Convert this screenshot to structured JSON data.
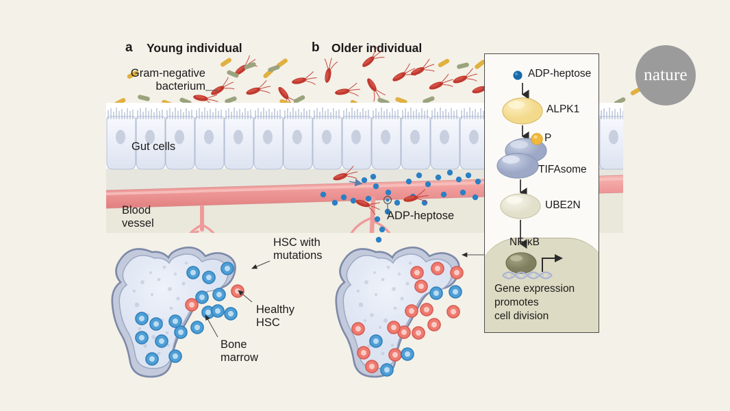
{
  "figure": {
    "background_color": "#f4f1e8",
    "panels": [
      {
        "tag": "a",
        "title": "Young individual"
      },
      {
        "tag": "b",
        "title": "Older individual"
      }
    ]
  },
  "labels": {
    "gram_negative": "Gram-negative\nbacterium",
    "gut_cells": "Gut cells",
    "blood_vessel": "Blood\nvessel",
    "adp_heptose_vessel": "ADP-heptose",
    "hsc_with_mutations": "HSC with\nmutations",
    "healthy_hsc": "Healthy\nHSC",
    "bone_marrow": "Bone\nmarrow"
  },
  "pathway": {
    "title_none": "",
    "steps": [
      {
        "name": "ADP-heptose",
        "shape": "small-dot",
        "color": "#1769a8"
      },
      {
        "name": "ALPK1",
        "shape": "ellipse",
        "color": "#f7e3a1"
      },
      {
        "name": "P",
        "shape": "small-circle",
        "color": "#f0c23c"
      },
      {
        "name": "TIFAsome",
        "shape": "double-ellipse",
        "color": "#aeb8d2"
      },
      {
        "name": "UBE2N",
        "shape": "ellipse",
        "color": "#eceadb"
      },
      {
        "name": "NF-κB",
        "shape": "ellipse",
        "color": "#8d8c6b"
      }
    ],
    "outcome": "Gene expression\npromotes\ncell division",
    "nucleus_color": "#dedbc4"
  },
  "logo": {
    "text": "nature",
    "color": "#9b9b9b"
  },
  "legend_colors": {
    "healthy_hsc": "#4f9fd6",
    "mutated_hsc": "#ef7b70",
    "bacteria_red": "#c0392f",
    "bacteria_yellow": "#e0b040",
    "bacteria_green": "#9aa37d",
    "vessel": "#ef9a9a",
    "bone_outline": "#7d89a8",
    "marrow": "#dfe5f1"
  }
}
